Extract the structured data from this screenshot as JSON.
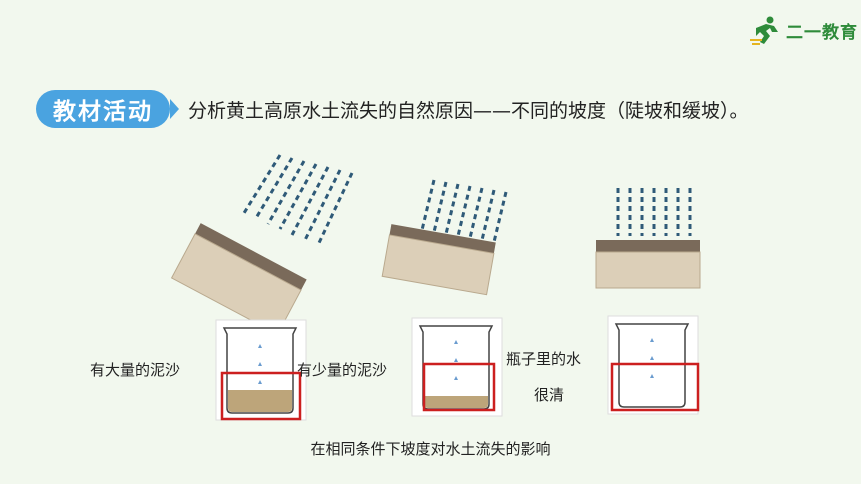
{
  "logo": {
    "text": "二一教育",
    "icon": "runner-icon"
  },
  "tag": {
    "label": "教材活动"
  },
  "heading": "分析黄土高原水土流失的自然原因——不同的坡度（陡坡和缓坡）。",
  "labels": {
    "steep": "有大量的泥沙",
    "gentle": "有少量的泥沙",
    "flat_line1": "瓶子里的水",
    "flat_line2": "很清"
  },
  "caption": "在相同条件下坡度对水土流失的影响",
  "colors": {
    "accent": "#4aa3e0",
    "soil_top": "#7a6a5a",
    "soil_body": "#dccfb8",
    "rain": "#2f5a78",
    "highlight": "#cc1f1f",
    "sediment": "#bda57a",
    "logo_green": "#2e8b3a"
  }
}
